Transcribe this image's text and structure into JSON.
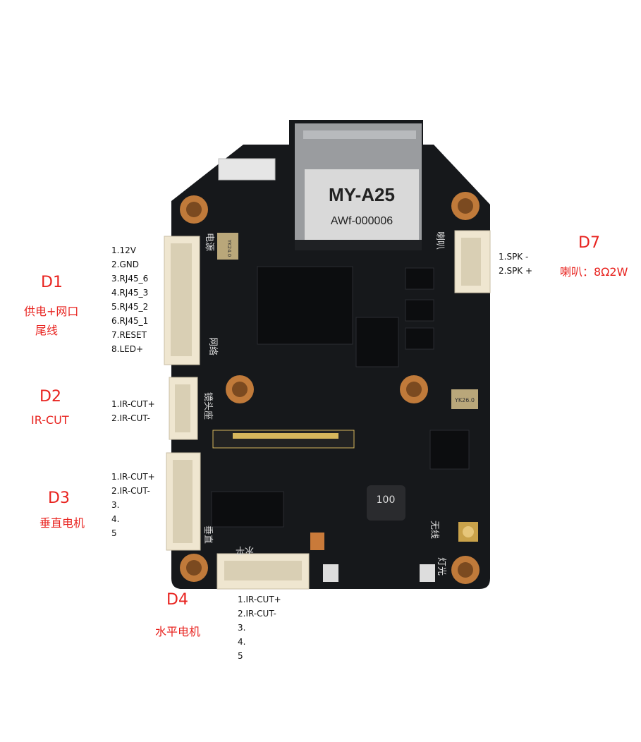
{
  "board": {
    "model": "MY-A25",
    "serial": "AWf-000006",
    "inductor_marking": "100",
    "crystal1_marking": "YK24.0",
    "crystal2_marking": "YK26.0",
    "silkscreen": {
      "power": "电源",
      "network": "网络",
      "lens": "镜头座",
      "speaker": "喇叭",
      "vertical": "垂直",
      "horizontal": "水平",
      "wireless": "无线",
      "light": "灯光"
    }
  },
  "connectors": {
    "d1": {
      "label": "D1",
      "desc_line1": "供电+网口",
      "desc_line2": "尾线",
      "pins": [
        "1.12V",
        "2.GND",
        "3.RJ45_6",
        "4.RJ45_3",
        "5.RJ45_2",
        "6.RJ45_1",
        "7.RESET",
        "8.LED+"
      ]
    },
    "d2": {
      "label": "D2",
      "desc": "IR-CUT",
      "pins": [
        "1.IR-CUT+",
        "2.IR-CUT-"
      ]
    },
    "d3": {
      "label": "D3",
      "desc": "垂直电机",
      "pins": [
        "1.IR-CUT+",
        "2.IR-CUT-",
        "3.",
        "4.",
        "5"
      ]
    },
    "d4": {
      "label": "D4",
      "desc": "水平电机",
      "pins": [
        "1.IR-CUT+",
        "2.IR-CUT-",
        "3.",
        "4.",
        "5"
      ]
    },
    "d7": {
      "label": "D7",
      "desc": "喇叭：8Ω2W",
      "pins": [
        "1.SPK -",
        "2.SPK +"
      ]
    }
  },
  "colors": {
    "pcb": "#16181b",
    "label_red": "#e8231f",
    "copper": "#c07a3a",
    "connector": "#efe6d0"
  }
}
